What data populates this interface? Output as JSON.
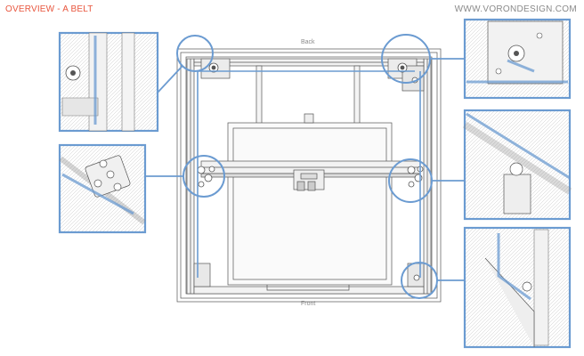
{
  "header": {
    "title": "OVERVIEW - A BELT",
    "website": "WWW.VORONDESIGN.COM"
  },
  "diagram": {
    "back_label": "Back",
    "front_label": "Front"
  },
  "colors": {
    "title": "#e8563e",
    "website": "#8a8a8a",
    "highlight": "#6b9bd1",
    "line": "#555555"
  },
  "icons": {
    "callout": "magnifier-circle"
  }
}
